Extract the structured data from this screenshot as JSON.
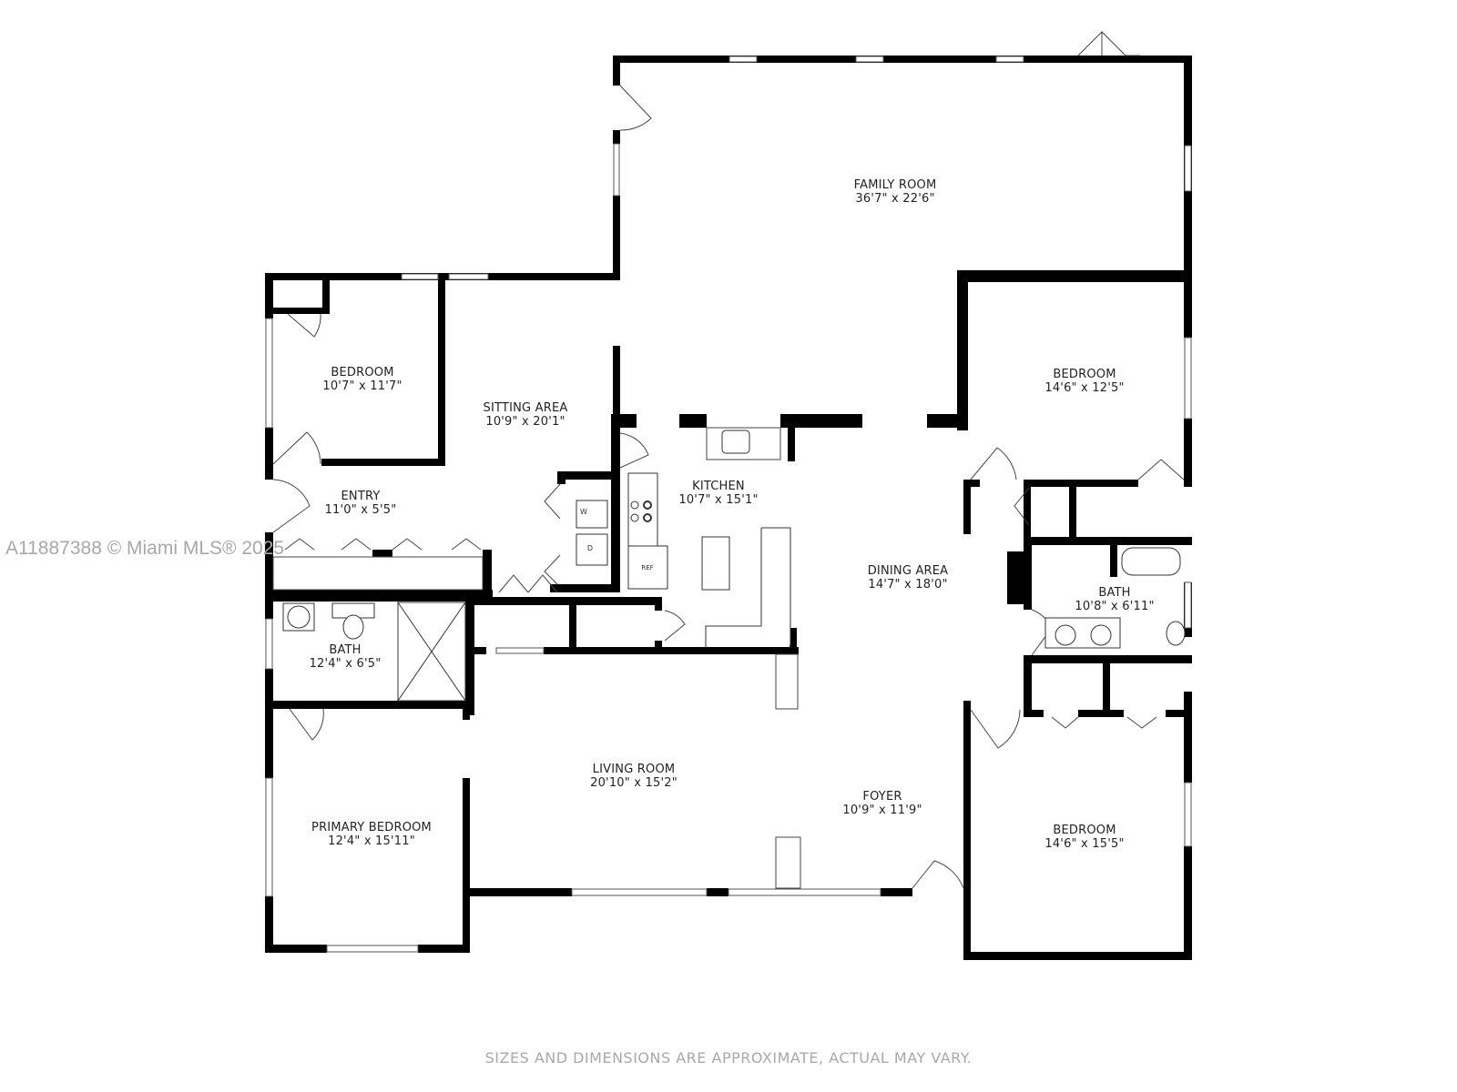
{
  "watermark": "A11887388 © Miami MLS® 2025",
  "footer": "SIZES AND DIMENSIONS ARE APPROXIMATE, ACTUAL MAY VARY.",
  "colors": {
    "wall": "#000000",
    "background": "#ffffff",
    "label": "#222222",
    "watermark": "#a8a8a8",
    "fixture": "#333333"
  },
  "rooms": [
    {
      "id": "family-room",
      "name": "FAMILY ROOM",
      "dim": "36'7\" x 22'6\""
    },
    {
      "id": "bedroom-nw",
      "name": "BEDROOM",
      "dim": "10'7\" x 11'7\""
    },
    {
      "id": "sitting-area",
      "name": "SITTING AREA",
      "dim": "10'9\" x 20'1\""
    },
    {
      "id": "entry",
      "name": "ENTRY",
      "dim": "11'0\" x 5'5\""
    },
    {
      "id": "kitchen",
      "name": "KITCHEN",
      "dim": "10'7\" x 15'1\""
    },
    {
      "id": "bedroom-ne",
      "name": "BEDROOM",
      "dim": "14'6\" x 12'5\""
    },
    {
      "id": "dining-area",
      "name": "DINING AREA",
      "dim": "14'7\" x 18'0\""
    },
    {
      "id": "bath-east",
      "name": "BATH",
      "dim": "10'8\" x 6'11\""
    },
    {
      "id": "bath-west",
      "name": "BATH",
      "dim": "12'4\" x 6'5\""
    },
    {
      "id": "living-room",
      "name": "LIVING ROOM",
      "dim": "20'10\" x 15'2\""
    },
    {
      "id": "foyer",
      "name": "FOYER",
      "dim": "10'9\" x 11'9\""
    },
    {
      "id": "primary-bedroom",
      "name": "PRIMARY BEDROOM",
      "dim": "12'4\" x 15'11\""
    },
    {
      "id": "bedroom-se",
      "name": "BEDROOM",
      "dim": "14'6\" x 15'5\""
    }
  ],
  "fixtures": {
    "washer": "W",
    "dryer": "D",
    "refrigerator": "REF"
  }
}
